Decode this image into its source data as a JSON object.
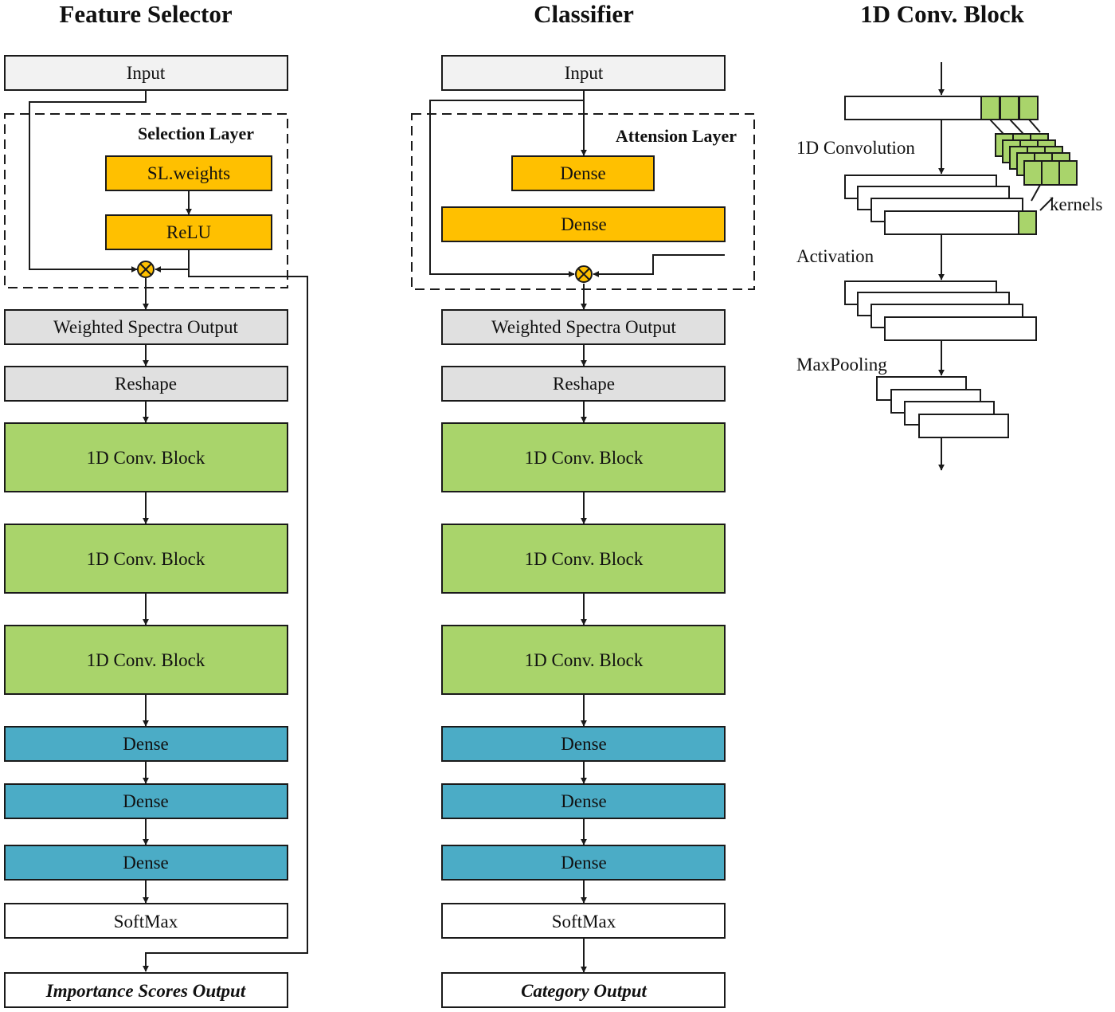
{
  "colors": {
    "light_box": "#f2f2f2",
    "gray_box": "#e0e0e0",
    "orange": "#ffc000",
    "green": "#a9d46b",
    "blue": "#4bacc6",
    "white": "#ffffff"
  },
  "feature_selector": {
    "title": "Feature Selector",
    "input": "Input",
    "selection_layer": {
      "label": "Selection Layer",
      "weights": "SL.weights",
      "activation": "ReLU"
    },
    "weighted_output": "Weighted Spectra Output",
    "reshape": "Reshape",
    "conv_blocks": [
      "1D Conv. Block",
      "1D Conv. Block",
      "1D Conv. Block"
    ],
    "dense_layers": [
      "Dense",
      "Dense",
      "Dense"
    ],
    "softmax": "SoftMax",
    "output": "Importance Scores Output"
  },
  "classifier": {
    "title": "Classifier",
    "input": "Input",
    "attention_layer": {
      "label": "Attension Layer",
      "dense_1": "Dense",
      "dense_2": "Dense"
    },
    "weighted_output": "Weighted Spectra Output",
    "reshape": "Reshape",
    "conv_blocks": [
      "1D Conv. Block",
      "1D Conv. Block",
      "1D Conv. Block"
    ],
    "dense_layers": [
      "Dense",
      "Dense",
      "Dense"
    ],
    "softmax": "SoftMax",
    "output": "Category Output"
  },
  "conv_block_detail": {
    "title": "1D Conv. Block",
    "convolution": "1D Convolution",
    "kernels": "kernels",
    "activation": "Activation",
    "pooling": "MaxPooling"
  }
}
